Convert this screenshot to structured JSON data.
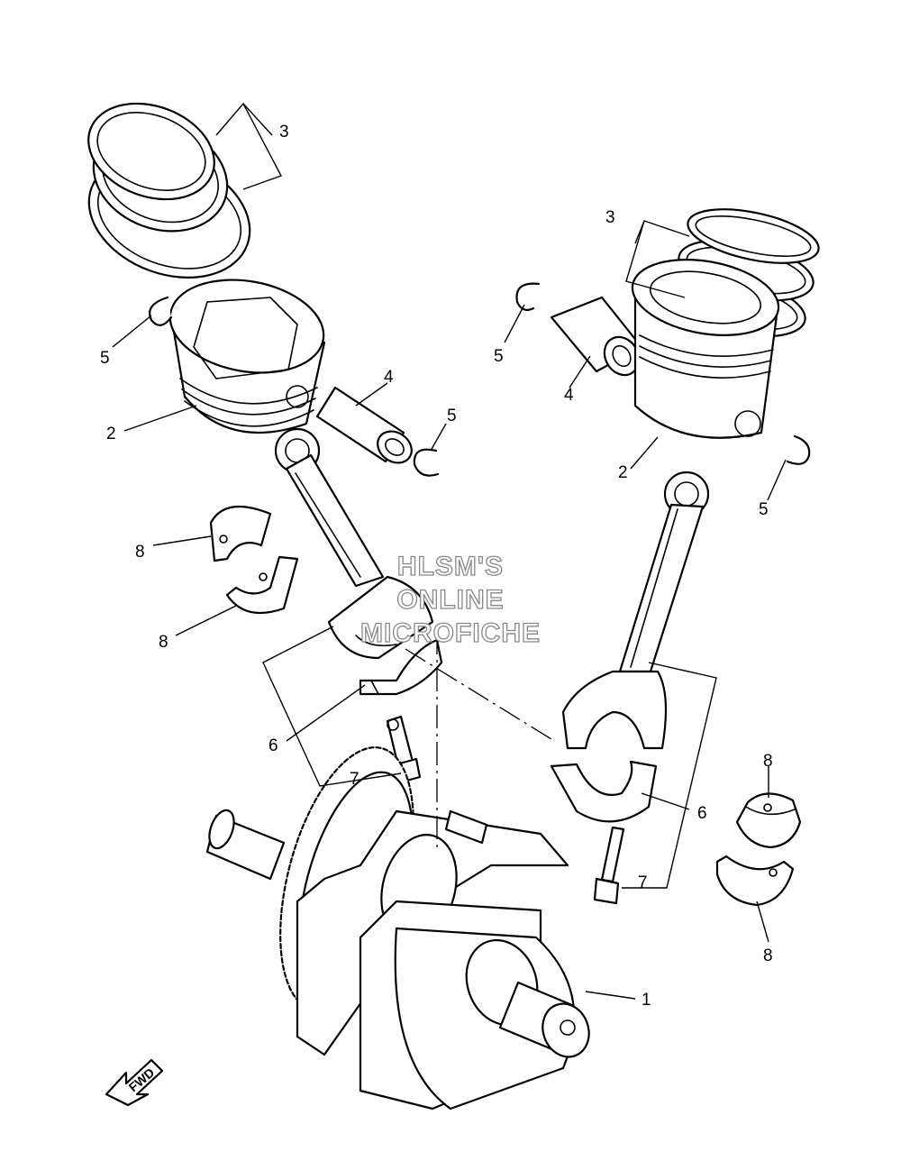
{
  "watermark": {
    "line1": "HLSM'S",
    "line2": "ONLINE",
    "line3": "MICROFICHE"
  },
  "direction_arrow": {
    "label": "FWD"
  },
  "callouts": {
    "crankshaft": "1",
    "piston_left": "2",
    "piston_right": "2",
    "rings_left": "3",
    "rings_right": "3",
    "pin_left": "4",
    "pin_right": "4",
    "clip_left_a": "5",
    "clip_left_b": "5",
    "clip_right_a": "5",
    "clip_right_b": "5",
    "rod_left": "6",
    "rod_right": "6",
    "bolt_left": "7",
    "bolt_right": "7",
    "bearing_left_upper": "8",
    "bearing_left_lower": "8",
    "bearing_right_upper": "8",
    "bearing_right_lower": "8"
  }
}
